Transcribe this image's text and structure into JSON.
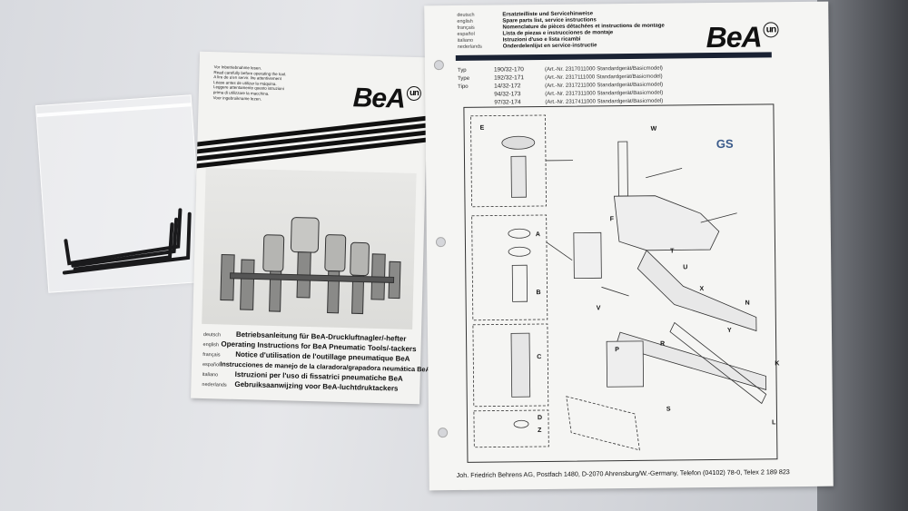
{
  "booklet": {
    "brand": "BeA",
    "brand_badge": "un",
    "warning_lines": [
      "Vor Inbetriebnahme lesen.",
      "Read carefully before operating the tool.",
      "A lire de a'en servir. lire attentivement",
      "Léase antes de utilizar la máquina.",
      "Leggere attentamente questo istruzioni",
      "prima di utilizzare la macchina.",
      "Voor ingebruikname lezen."
    ],
    "languages": [
      {
        "lang": "deutsch",
        "title": "Betriebsanleitung für BeA-Druckluftnagler/-hefter"
      },
      {
        "lang": "english",
        "title": "Operating Instructions for BeA Pneumatic Tools/-tackers"
      },
      {
        "lang": "français",
        "title": "Notice d'utilisation de l'outillage pneumatique BeA"
      },
      {
        "lang": "español",
        "title": "Instrucciones de manejo de la claradora/grapadora neumática BeA"
      },
      {
        "lang": "italiano",
        "title": "Istruzioni per l'uso di fissatrici pneumatiche BeA"
      },
      {
        "lang": "nederlands",
        "title": "Gebruiksaanwijzing voor BeA-luchtdruktackers"
      }
    ]
  },
  "sheet": {
    "brand": "BeA",
    "brand_badge": "un",
    "header": [
      {
        "lang": "deutsch",
        "title": "Ersatzteilliste und Servicehinweise"
      },
      {
        "lang": "english",
        "title": "Spare parts list, service instructions"
      },
      {
        "lang": "français",
        "title": "Nomenclature de pièces détachées et instructions de montage"
      },
      {
        "lang": "español",
        "title": "Lista de piezas e instrucciones de montaje"
      },
      {
        "lang": "italiano",
        "title": "Istruzioni d'uso e lista ricambi"
      },
      {
        "lang": "nederlands",
        "title": "Onderdelenlijst en service-instructie"
      }
    ],
    "types": [
      {
        "label": "Typ",
        "model": "190/32-170",
        "art": "(Art.-Nr. 2317011000 Standardgerät/Basicmodel)"
      },
      {
        "label": "Type",
        "model": "192/32-171",
        "art": "(Art.-Nr. 2317111000 Standardgerät/Basicmodel)"
      },
      {
        "label": "Tipo",
        "model": "14/32-172",
        "art": "(Art.-Nr. 2317211000 Standardgerät/Basicmodel)"
      },
      {
        "label": "",
        "model": "94/32-173",
        "art": "(Art.-Nr. 2317311000 Standardgerät/Basicmodel)"
      },
      {
        "label": "",
        "model": "97/32-174",
        "art": "(Art.-Nr. 2317411000 Standardgerät/Basicmodel)"
      }
    ],
    "gs_mark": "GS",
    "section_letters": [
      "E",
      "A",
      "B",
      "C",
      "D",
      "Z",
      "W",
      "F",
      "T",
      "U",
      "N",
      "V",
      "P",
      "R",
      "K",
      "Y",
      "S",
      "L",
      "X"
    ],
    "footer": "Joh. Friedrich Behrens AG, Postfach 1480, D-2070 Ahrensburg/W.-Germany, Telefon (04102) 78-0, Telex 2 189 823"
  },
  "colors": {
    "background": "#d8dadf",
    "paper": "#f5f5f3",
    "ink": "#111111",
    "header_bar": "#1a2233",
    "gs_blue": "#3a5a8a"
  },
  "icons": [
    "hex-key-set-icon",
    "staple-gun-icon"
  ]
}
